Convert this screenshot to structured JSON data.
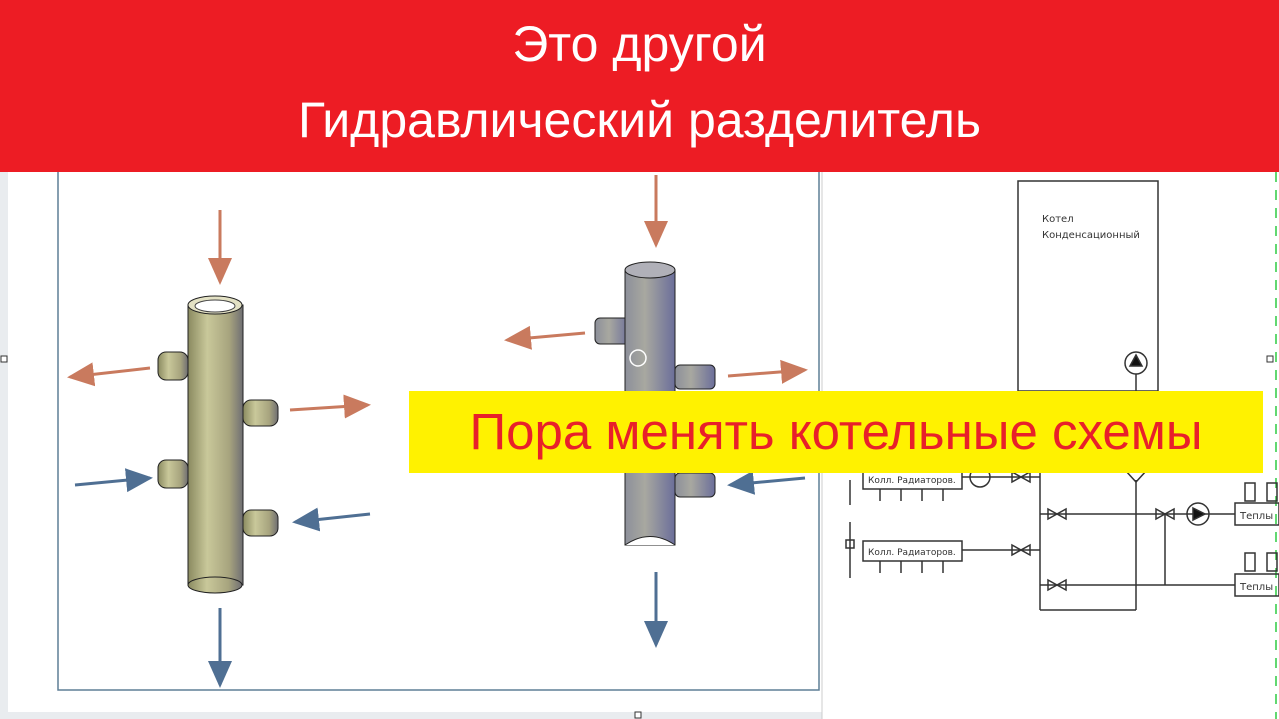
{
  "banner": {
    "line1": "Это другой",
    "line2": "Гидравлический разделитель"
  },
  "highlight": {
    "text": "Пора менять котельные схемы"
  },
  "schematic": {
    "boiler_line1": "Котел",
    "boiler_line2": "Конденсационный",
    "collector_1": "Колл. Радиаторов.",
    "collector_2": "Колл. Радиаторов.",
    "floor_1": "Теплы",
    "floor_2": "Теплы"
  },
  "colors": {
    "banner": "#ED1C24",
    "highlight_bg": "#FFF200",
    "highlight_text": "#E8202A"
  }
}
